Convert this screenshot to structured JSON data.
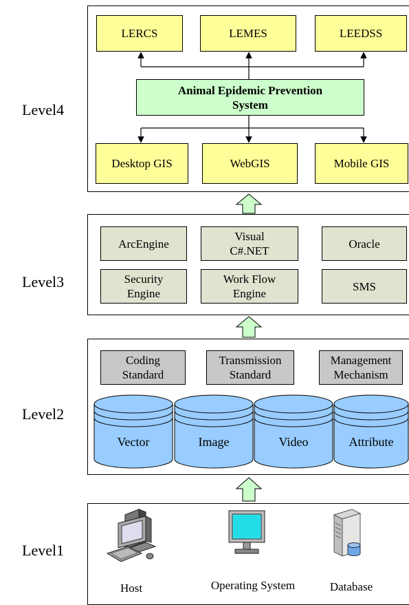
{
  "levels": {
    "level1": "Level1",
    "level2": "Level2",
    "level3": "Level3",
    "level4": "Level4"
  },
  "level4": {
    "top_boxes": [
      "LERCS",
      "LEMES",
      "LEEDSS"
    ],
    "center_box_line1": "Animal Epidemic Prevention",
    "center_box_line2": "System",
    "bottom_boxes": [
      "Desktop GIS",
      "WebGIS",
      "Mobile GIS"
    ]
  },
  "level3": {
    "row1": [
      {
        "line1": "ArcEngine",
        "line2": ""
      },
      {
        "line1": "Visual",
        "line2": "C#.NET"
      },
      {
        "line1": "Oracle",
        "line2": ""
      }
    ],
    "row2": [
      {
        "line1": "Security",
        "line2": "Engine"
      },
      {
        "line1": "Work Flow",
        "line2": "Engine"
      },
      {
        "line1": "SMS",
        "line2": ""
      }
    ]
  },
  "level2": {
    "standards": [
      {
        "line1": "Coding",
        "line2": "Standard"
      },
      {
        "line1": "Transmission",
        "line2": "Standard"
      },
      {
        "line1": "Management",
        "line2": "Mechanism"
      }
    ],
    "databases": [
      "Vector",
      "Image",
      "Video",
      "Attribute"
    ]
  },
  "level1": {
    "items": [
      {
        "label": "Host",
        "icon": "computer-icon"
      },
      {
        "label": "Operating System",
        "icon": "monitor-icon"
      },
      {
        "label": "Database",
        "icon": "database-server-icon"
      }
    ]
  },
  "colors": {
    "yellow": "#ffff99",
    "green": "#ccffcc",
    "olive": "#dfe3cf",
    "gray": "#c8c8c8",
    "cylinder": "#99ccff",
    "up_arrow": "#ccffcc"
  }
}
